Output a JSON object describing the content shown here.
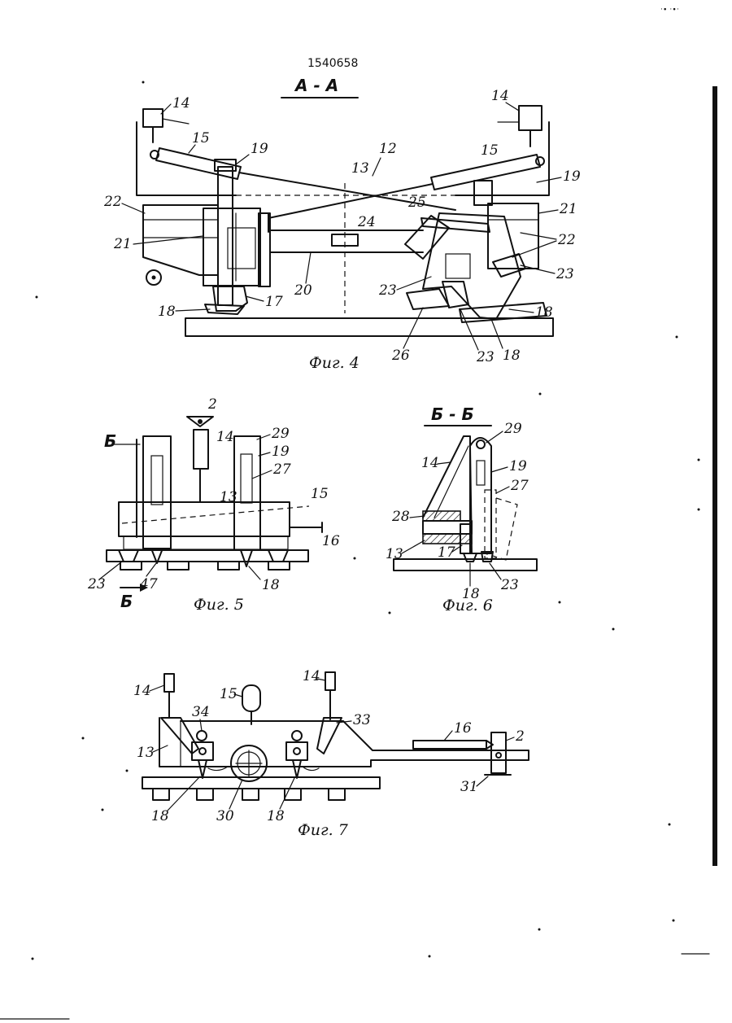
{
  "patent_number": "1540658",
  "corner_mark": "·∙ ·∙·",
  "figure4": {
    "section": "А - А",
    "caption": "Фиг. 4",
    "labels": [
      "14",
      "14",
      "15",
      "15",
      "19",
      "19",
      "12",
      "13",
      "22",
      "22",
      "21",
      "21",
      "25",
      "24",
      "20",
      "17",
      "18",
      "18",
      "18",
      "23",
      "23",
      "23",
      "26"
    ]
  },
  "figure5": {
    "caption": "Фиг. 5",
    "labels": [
      "2",
      "14",
      "29",
      "19",
      "27",
      "13",
      "15",
      "16",
      "Б",
      "23",
      "47",
      "18",
      "Б"
    ]
  },
  "figure6": {
    "section": "Б - Б",
    "caption": "Фиг. 6",
    "labels": [
      "29",
      "14",
      "19",
      "27",
      "28",
      "13",
      "17",
      "18",
      "23"
    ]
  },
  "figure7": {
    "caption": "Фиг. 7",
    "labels": [
      "14",
      "15",
      "14",
      "34",
      "33",
      "13",
      "16",
      "2",
      "31",
      "18",
      "30",
      "18"
    ]
  }
}
